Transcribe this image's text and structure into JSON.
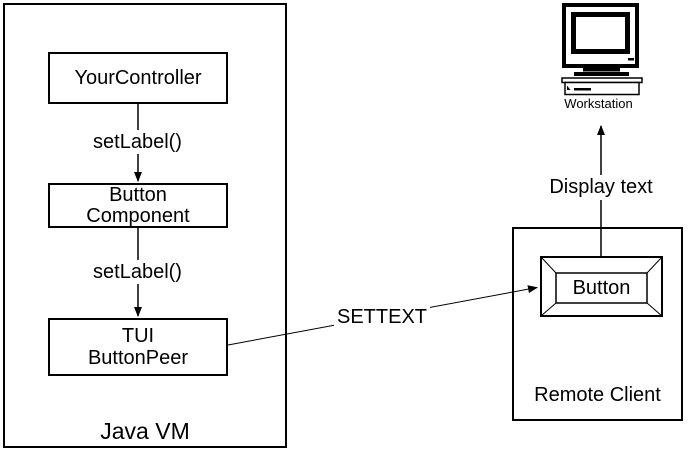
{
  "diagram": {
    "title_implicit": "",
    "colors": {
      "line": "#000000",
      "background": "#ffffff"
    },
    "java_vm": {
      "label": "Java VM",
      "your_controller": {
        "label": "YourController"
      },
      "button_component": {
        "line1": "Button",
        "line2": "Component"
      },
      "tui_buttonpeer": {
        "line1": "TUI",
        "line2": "ButtonPeer"
      }
    },
    "arrows": {
      "set_label_top": "setLabel()",
      "set_label_bottom": "setLabel()",
      "settext": "SETTEXT",
      "display": "Display text"
    },
    "remote_client": {
      "label": "Remote Client",
      "button_label": "Button"
    },
    "workstation": {
      "label": "Workstation",
      "icon": "workstation-computer-icon"
    }
  }
}
